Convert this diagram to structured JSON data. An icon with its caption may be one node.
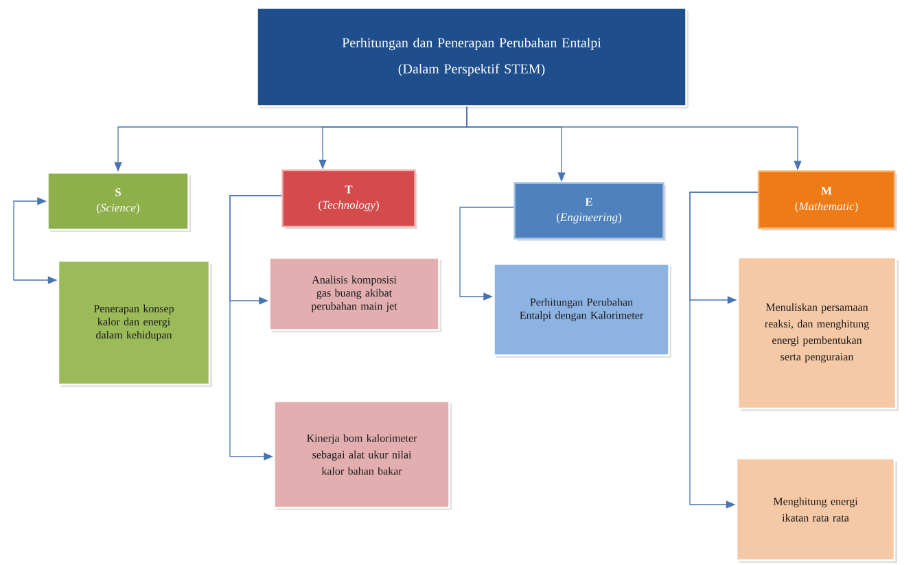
{
  "diagram": {
    "nodes": [
      {
        "text": [
          "Perhitungan dan Penerapan Perubahan Entalpi",
          "(Dalam Perspektif STEM)"
        ]
      },
      {
        "text": [
          "S",
          "(*Science*)"
        ]
      },
      {
        "text": [
          "T",
          "(*Technology*)"
        ]
      },
      {
        "text": [
          "E",
          "(*Engineering*)"
        ]
      },
      {
        "text": [
          "M",
          "(*Mathematic*)"
        ]
      },
      {
        "text": [
          "Penerapan konsep kalor dan energi dalam kehidupan"
        ]
      },
      {
        "text": [
          "Analisis komposisi gas buang akibat perubahan main jet"
        ]
      },
      {
        "text": [
          "Kinerja bom kalorimeter sebagai alat ukur nilai kalor bahan bakar"
        ]
      },
      {
        "text": [
          "Perhitungan Perubahan Entalpi dengan Kalorimeter"
        ]
      },
      {
        "text": [
          "Menuliskan persamaan reaksi, dan menghitung energi pembentukan serta penguraian"
        ]
      },
      {
        "text": [
          "Menghitung energi ikatan rata rata"
        ]
      }
    ],
    "edges": [
      {
        "from": 0,
        "to": 1,
        "arrow": "to"
      },
      {
        "from": 0,
        "to": 2,
        "arrow": "to"
      },
      {
        "from": 0,
        "to": 3,
        "arrow": "to"
      },
      {
        "from": 0,
        "to": 4,
        "arrow": "to"
      },
      {
        "from": 1,
        "to": 5,
        "arrow": "both"
      },
      {
        "from": 2,
        "to": 6,
        "arrow": "to"
      },
      {
        "from": 2,
        "to": 7,
        "arrow": "to"
      },
      {
        "from": 3,
        "to": 8,
        "arrow": "to"
      },
      {
        "from": 4,
        "to": 9,
        "arrow": "to"
      },
      {
        "from": 4,
        "to": 10,
        "arrow": "to"
      }
    ]
  }
}
